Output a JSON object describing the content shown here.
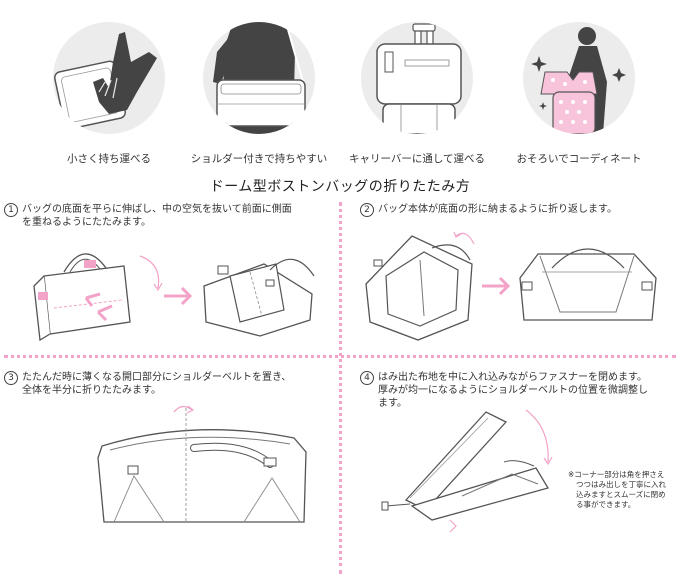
{
  "features": [
    {
      "label": "小さく持ち運べる",
      "icon": "folded-bag-hand-icon"
    },
    {
      "label": "ショルダー付きで持ちやすい",
      "icon": "shoulder-bag-person-icon"
    },
    {
      "label": "キャリーバーに通して運べる",
      "icon": "bag-on-suitcase-icon"
    },
    {
      "label": "おそろいでコーディネート",
      "icon": "coordinated-woman-icon"
    }
  ],
  "title": "ドーム型ボストンバッグの折りたたみ方",
  "steps": [
    {
      "num": "1",
      "line1": "バッグの底面を平らに伸ばし、中の空気を抜いて前面に側面",
      "line2": "を重ねるようにたたみます。",
      "line3": ""
    },
    {
      "num": "2",
      "line1": "バッグ本体が底面の形に納まるように折り返します。",
      "line2": "",
      "line3": ""
    },
    {
      "num": "3",
      "line1": "たたんだ時に薄くなる開口部分にショルダーベルトを置き、",
      "line2": "全体を半分に折りたたみます。",
      "line3": ""
    },
    {
      "num": "4",
      "line1": "はみ出た布地を中に入れ込みながらファスナーを閉めます。",
      "line2": "厚みが均一になるようにショルダーベルトの位置を微調整し",
      "line3": "ます。"
    }
  ],
  "note": {
    "line1": "※コーナー部分は角を押さえ",
    "line2": "つつはみ出しを丁寧に入れ",
    "line3": "込みますとスムーズに閉め",
    "line4": "る事ができます。"
  },
  "colors": {
    "accent_pink": "#f2a3c7",
    "circle_bg": "#ececec",
    "silhouette": "#444444",
    "line_art": "#555555"
  }
}
